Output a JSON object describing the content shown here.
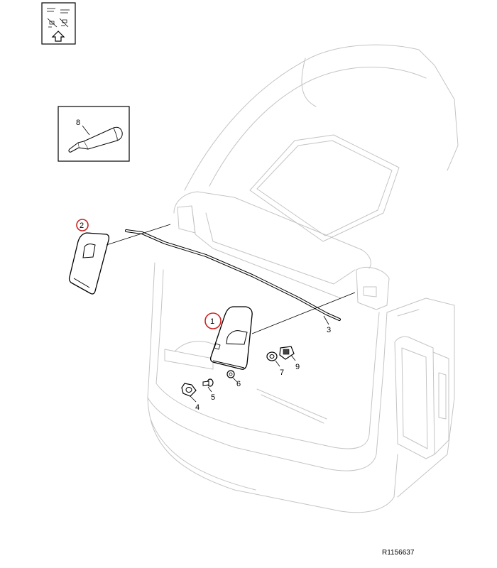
{
  "diagram": {
    "reference_code": "R1156637",
    "callouts": [
      {
        "number": "1",
        "highlighted": true
      },
      {
        "number": "2",
        "highlighted": true
      },
      {
        "number": "3",
        "highlighted": false
      },
      {
        "number": "4",
        "highlighted": false
      },
      {
        "number": "5",
        "highlighted": false
      },
      {
        "number": "6",
        "highlighted": false
      },
      {
        "number": "7",
        "highlighted": false
      },
      {
        "number": "8",
        "highlighted": false
      },
      {
        "number": "9",
        "highlighted": false
      }
    ],
    "highlight_color": "#d02020",
    "line_color": "#000000",
    "vehicle_outline_color": "#c4c4c4"
  }
}
